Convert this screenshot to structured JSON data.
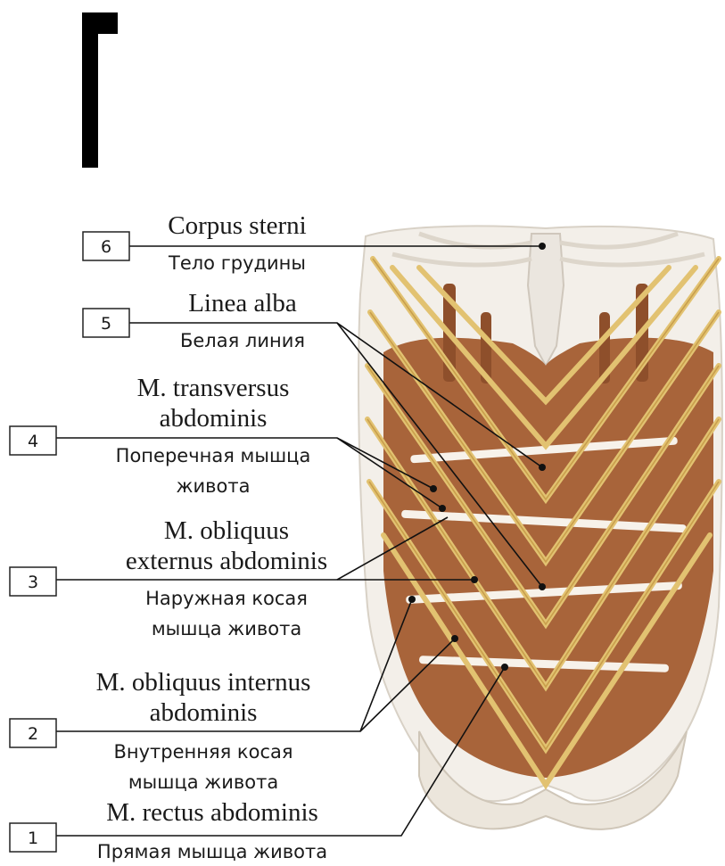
{
  "figure_letter": "Г",
  "labels": [
    {
      "number": "6",
      "latin": [
        "Corpus sterni"
      ],
      "russian": [
        "Тело грудины"
      ]
    },
    {
      "number": "5",
      "latin": [
        "Linea alba"
      ],
      "russian": [
        "Белая линия"
      ]
    },
    {
      "number": "4",
      "latin": [
        "M. transversus",
        "abdominis"
      ],
      "russian": [
        "Поперечная мышца",
        "живота"
      ]
    },
    {
      "number": "3",
      "latin": [
        "M. obliquus",
        "externus abdominis"
      ],
      "russian": [
        "Наружная косая",
        "мышца живота"
      ]
    },
    {
      "number": "2",
      "latin": [
        "M. obliquus internus",
        "abdominis"
      ],
      "russian": [
        "Внутренняя косая",
        "мышца живота"
      ]
    },
    {
      "number": "1",
      "latin": [
        "M. rectus abdominis"
      ],
      "russian": [
        "Прямая мышца живота"
      ]
    }
  ]
}
